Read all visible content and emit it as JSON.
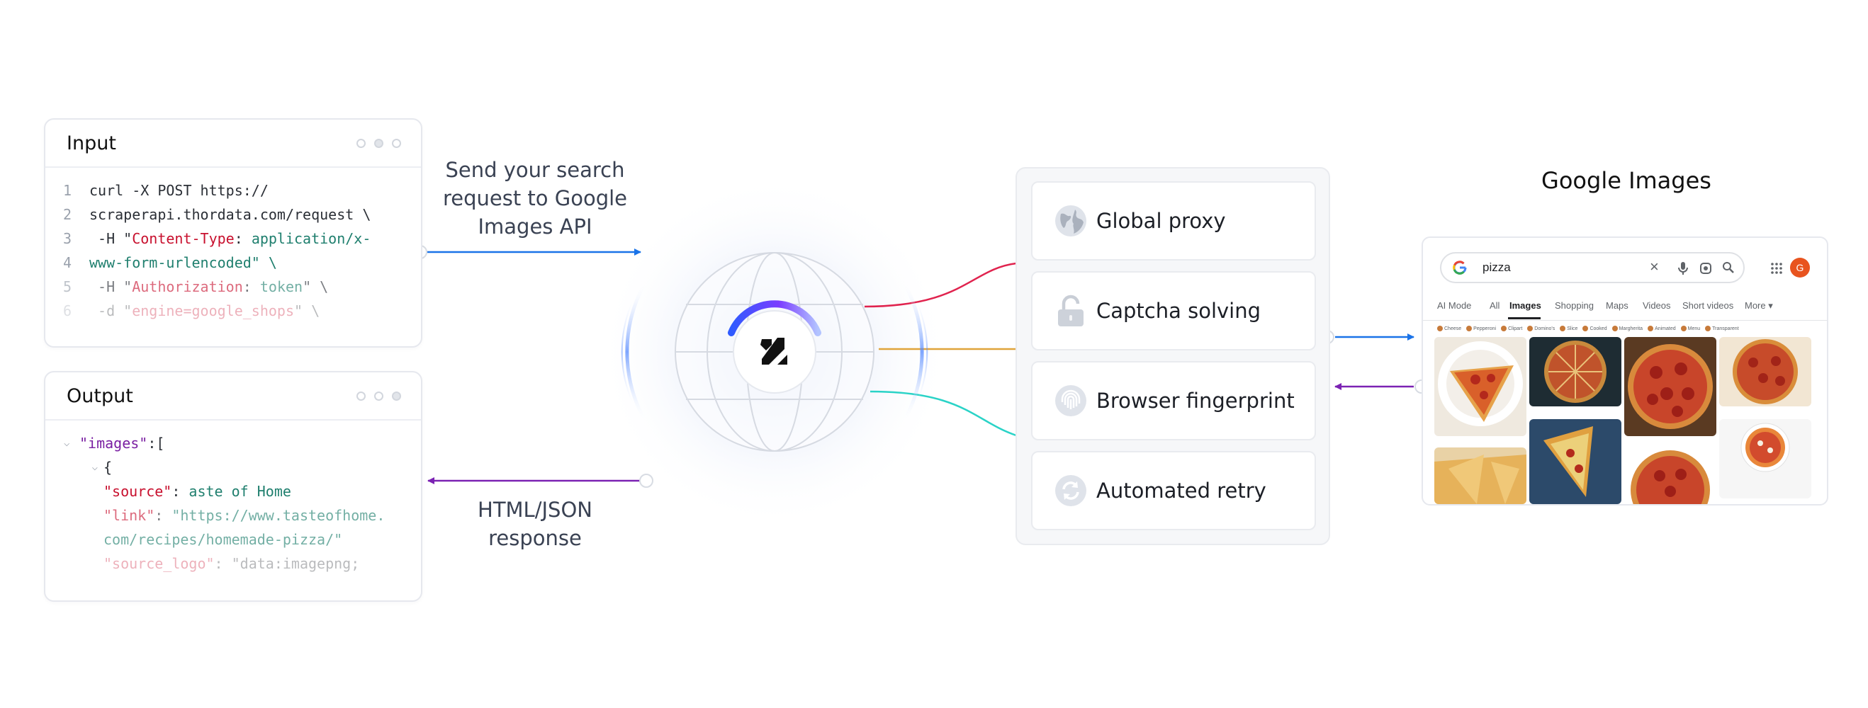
{
  "input_card": {
    "title": "Input",
    "lines": [
      {
        "num": "1",
        "text": "curl -X POST https://"
      },
      {
        "num": "2",
        "text": "scraperapi.thordata.com/request \\"
      },
      {
        "num": "3",
        "indent": " -H \"",
        "key": "Content-Type",
        "sep": ": ",
        "val": "application/x-"
      },
      {
        "num": "4",
        "text": "www-form-urlencoded\" \\"
      },
      {
        "num": "5",
        "indent": " -H \"",
        "key": "Authorization",
        "sep": ": ",
        "val": "token",
        "tail": "\" \\"
      },
      {
        "num": "6",
        "indent": " -d \"",
        "key": "engine=google_shops",
        "tail": "\" \\"
      }
    ]
  },
  "output_card": {
    "title": "Output",
    "images_key": "\"images\"",
    "images_punct": ":[",
    "brace": "{",
    "source_key": "\"source\"",
    "source_val": "aste of Home",
    "link_key": "\"link\"",
    "link_val_1": "\"https://www.tasteofhome.",
    "link_val_2": "com/recipes/homemade-pizza/\"",
    "logo_key": "\"source_logo\"",
    "logo_val": "\"data:imagepng;"
  },
  "captions": {
    "request": [
      "Send your search",
      "request to Google",
      "Images  API"
    ],
    "response": [
      "HTML/JSON",
      "response"
    ]
  },
  "features": [
    {
      "label": "Global proxy",
      "icon": "globe-icon"
    },
    {
      "label": "Captcha solving",
      "icon": "lock-icon"
    },
    {
      "label": "Browser fingerprint",
      "icon": "fingerprint-icon"
    },
    {
      "label": "Automated retry",
      "icon": "retry-icon"
    }
  ],
  "google": {
    "title": "Google Images",
    "query": "pizza",
    "avatar": "G",
    "tabs": [
      "AI Mode",
      "All",
      "Images",
      "Shopping",
      "Maps",
      "Videos",
      "Short videos",
      "More ▾"
    ],
    "active_tab": "Images",
    "chips": [
      "Cheese",
      "Pepperoni",
      "Clipart",
      "Domino's",
      "Slice",
      "Cooked",
      "Margherita",
      "Animated",
      "Menu",
      "Transparent"
    ]
  },
  "colors": {
    "request_arrow": "#1a73e8",
    "response_arrow": "#7b22b3",
    "line_red": "#e0234e",
    "line_orange": "#e0a43a",
    "line_teal": "#2ad3c7"
  }
}
